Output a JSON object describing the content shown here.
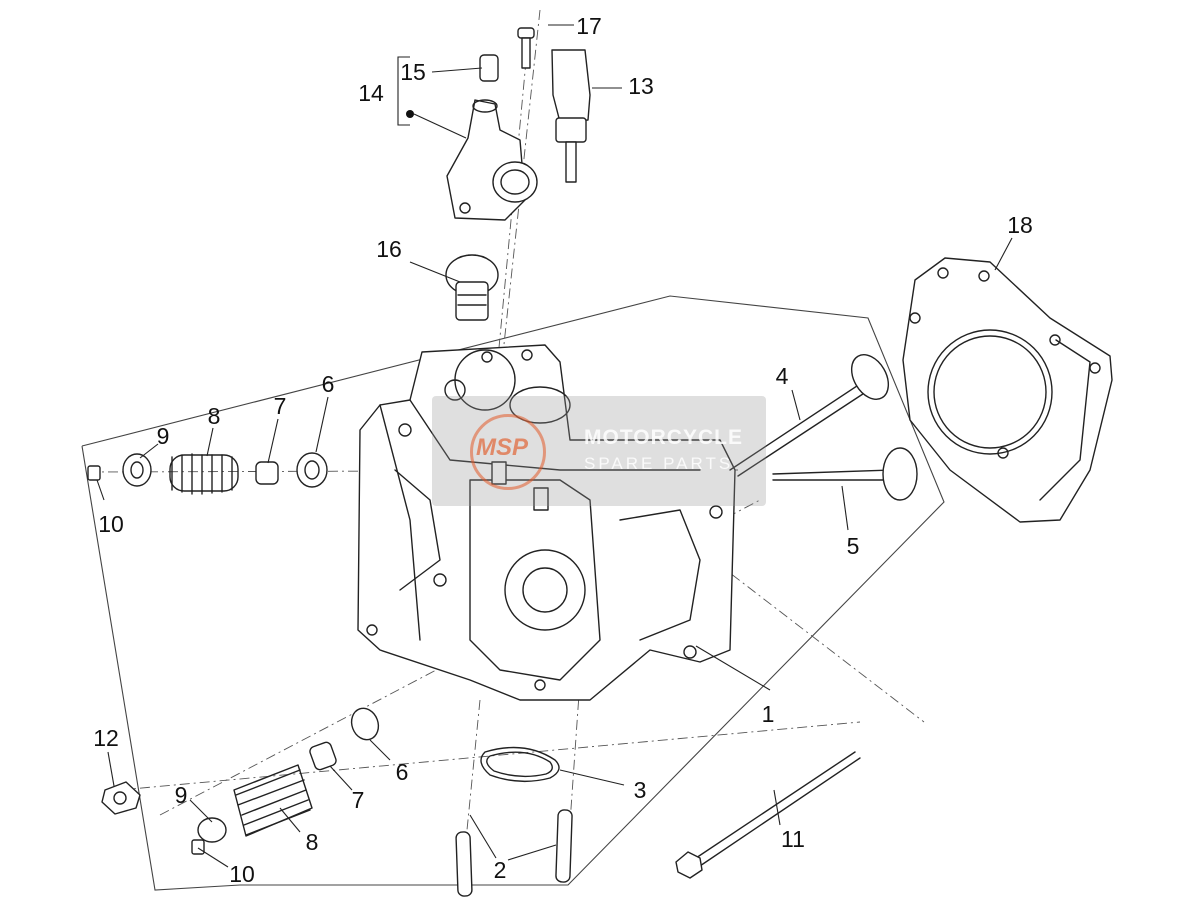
{
  "diagram": {
    "callouts": {
      "c1": "1",
      "c2": "2",
      "c3": "3",
      "c4": "4",
      "c5": "5",
      "c6a": "6",
      "c6b": "6",
      "c7a": "7",
      "c7b": "7",
      "c8a": "8",
      "c8b": "8",
      "c9a": "9",
      "c9b": "9",
      "c10a": "10",
      "c10b": "10",
      "c11": "11",
      "c12": "12",
      "c13": "13",
      "c14": "14",
      "c15": "15",
      "c16": "16",
      "c17": "17",
      "c18": "18"
    }
  },
  "watermark": {
    "logo_text": "MSP",
    "title": "MOTORCYCLE",
    "subtitle": "SPARE PARTS"
  },
  "colors": {
    "line": "#222222",
    "watermark_accent": "#e15a28"
  }
}
